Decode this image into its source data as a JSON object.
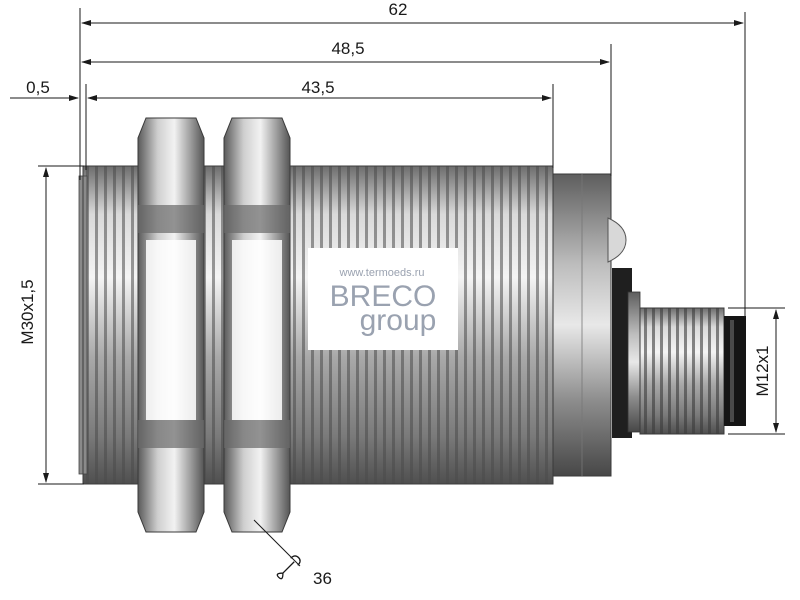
{
  "dimensions": {
    "overall_length": "62",
    "length_to_connector": "48,5",
    "offset": "0,5",
    "thread_length": "43,5",
    "body_thread": "M30x1,5",
    "connector_thread": "M12x1",
    "wrench_size": "36"
  },
  "watermark": {
    "url": "www.termoeds.ru",
    "brand_line1": "BRECO",
    "brand_line2": "group"
  },
  "icons": [
    "wrench-icon"
  ]
}
